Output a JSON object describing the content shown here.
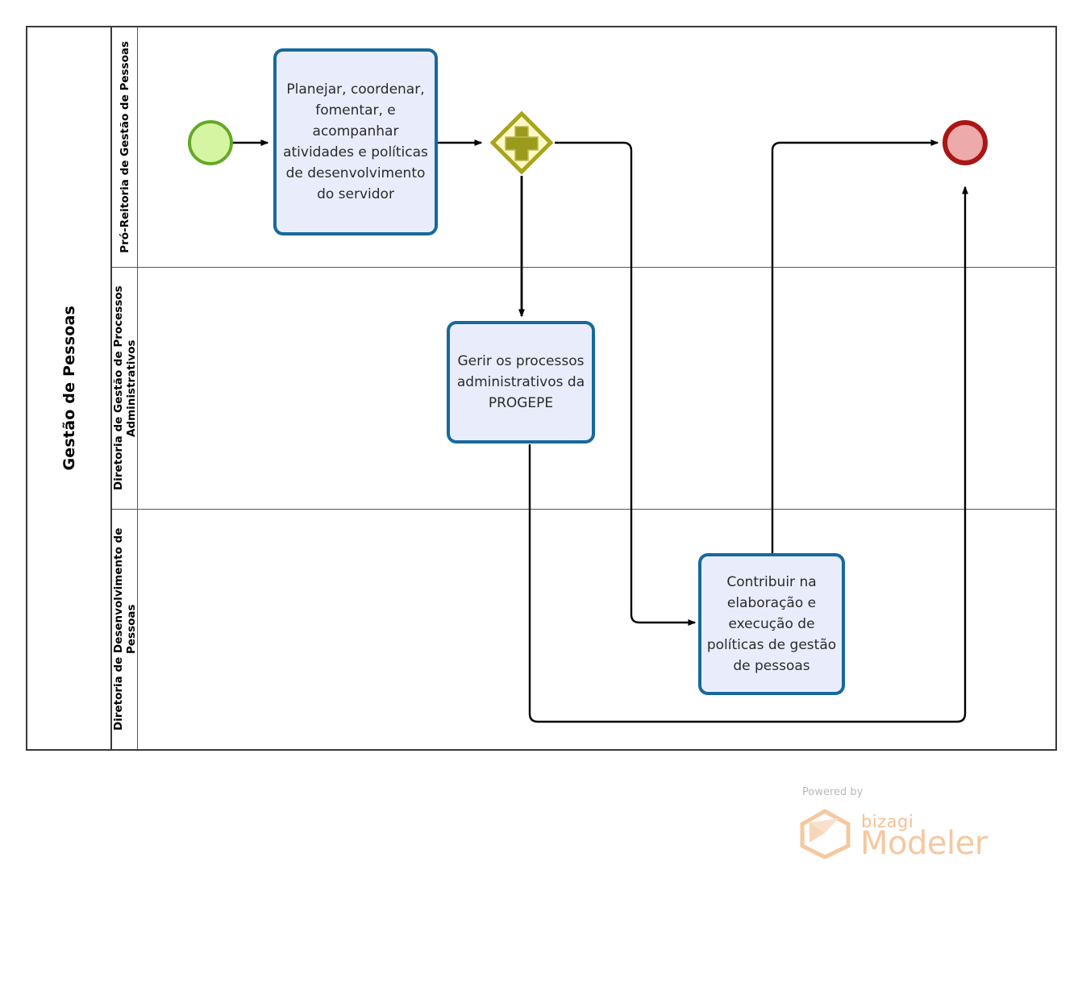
{
  "diagram": {
    "type": "bpmn-process",
    "pool": {
      "name": "Gestão de Pessoas"
    },
    "lanes": [
      {
        "id": "lane-pro-reitoria",
        "name": "Pró-Reitoria de Gestão de Pessoas"
      },
      {
        "id": "lane-diretoria-processos",
        "name": "Diretoria de Gestão de Processos Administrativos"
      },
      {
        "id": "lane-diretoria-desenvolvimento",
        "name": "Diretoria de Desenvolvimento de Pessoas"
      }
    ],
    "nodes": {
      "start_event": {
        "type": "start-event",
        "label": ""
      },
      "task_planejar": {
        "type": "task",
        "label": "Planejar, coordenar, fomentar, e acompanhar atividades e políticas de desenvolvimento do servidor"
      },
      "gateway_parallel": {
        "type": "parallel-gateway",
        "symbol": "+",
        "label": ""
      },
      "task_gerir": {
        "type": "task",
        "label": "Gerir os processos administrativos da PROGEPE"
      },
      "task_contribuir": {
        "type": "task",
        "label": "Contribuir na elaboração e execução de políticas de gestão de pessoas"
      },
      "end_event": {
        "type": "end-event",
        "label": ""
      }
    },
    "colors": {
      "start_fill": "#D6F5A3",
      "start_stroke": "#64A924",
      "end_fill": "#ECAAAA",
      "end_stroke": "#A91616",
      "task_fill": "#E9EDFB",
      "task_stroke": "#17699B",
      "gateway_fill": "#FDFAC8",
      "gateway_stroke": "#A8A41E",
      "gateway_symbol": "#9A9A1C",
      "pool_border": "#3a3a3a",
      "lane_border": "#585858",
      "connector": "#000000"
    }
  },
  "watermark": {
    "powered_by": "Powered by",
    "brand": "bizagi",
    "product": "Modeler",
    "color": "#F5C8A0"
  }
}
